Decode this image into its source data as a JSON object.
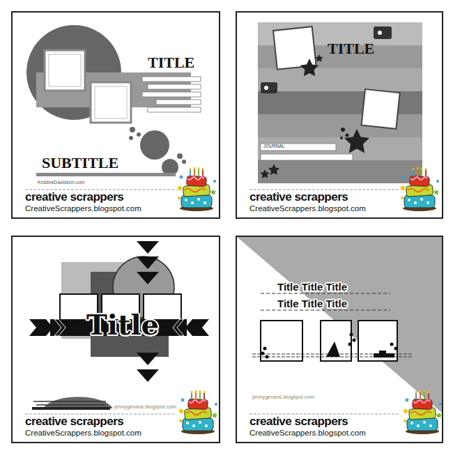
{
  "diagram": {
    "nodes": [
      {
        "text": [
          "TITLE",
          "SUBTITLE",
          "KristineDavidson.com",
          "creative scrappers",
          "CreativeScrappers.blogspot.com"
        ]
      },
      {
        "text": [
          "TITLE",
          "JOURNAL",
          "creative scrappers",
          "CreativeScrappers.blogspot.com"
        ]
      },
      {
        "text": [
          "Title",
          "jennygevans.blogspot.com",
          "creative scrappers",
          "CreativeScrappers.blogspot.com"
        ]
      },
      {
        "text": [
          "Title Title Title",
          "Title Title Title",
          "jennygevans.blogspot.com",
          "creative scrappers",
          "CreativeScrappers.blogspot.com"
        ]
      }
    ]
  }
}
